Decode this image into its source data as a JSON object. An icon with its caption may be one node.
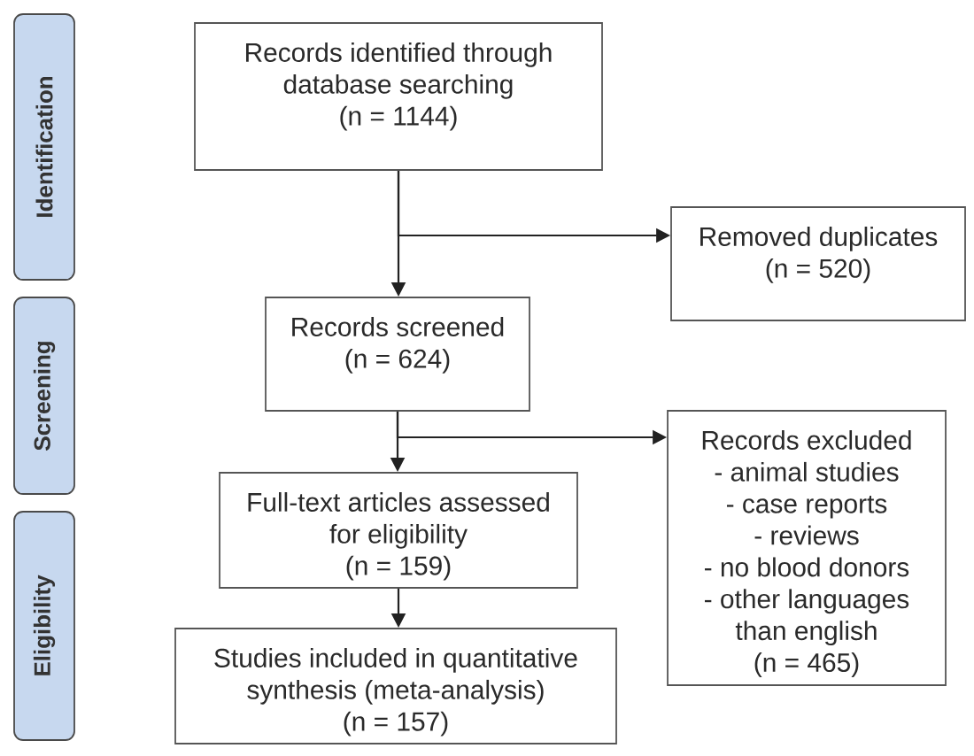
{
  "diagram": {
    "nodes": [
      {
        "text": [
          "Identification"
        ]
      },
      {
        "text": [
          "Screening"
        ]
      },
      {
        "text": [
          "Eligibility"
        ]
      },
      {
        "text": [
          "Records identified through database searching",
          "(n = 1144)"
        ]
      },
      {
        "text": [
          "Removed duplicates",
          "(n = 520)"
        ]
      },
      {
        "text": [
          "Records screened",
          "(n = 624)"
        ]
      },
      {
        "text": [
          "Records excluded",
          "- animal studies",
          "- case reports",
          "- reviews",
          "- no blood donors",
          "- other languages than english",
          "(n = 465)"
        ]
      },
      {
        "text": [
          "Full-text articles assessed for eligibility",
          "(n = 159)"
        ]
      },
      {
        "text": [
          "Studies included in quantitative synthesis (meta-analysis)",
          "(n = 157)"
        ]
      }
    ],
    "edges": [
      {
        "from": 3,
        "to": 5,
        "arrow": "to"
      },
      {
        "from": 3,
        "to": 4,
        "arrow": "to"
      },
      {
        "from": 5,
        "to": 7,
        "arrow": "to"
      },
      {
        "from": 5,
        "to": 6,
        "arrow": "to"
      },
      {
        "from": 7,
        "to": 8,
        "arrow": "to"
      }
    ]
  }
}
